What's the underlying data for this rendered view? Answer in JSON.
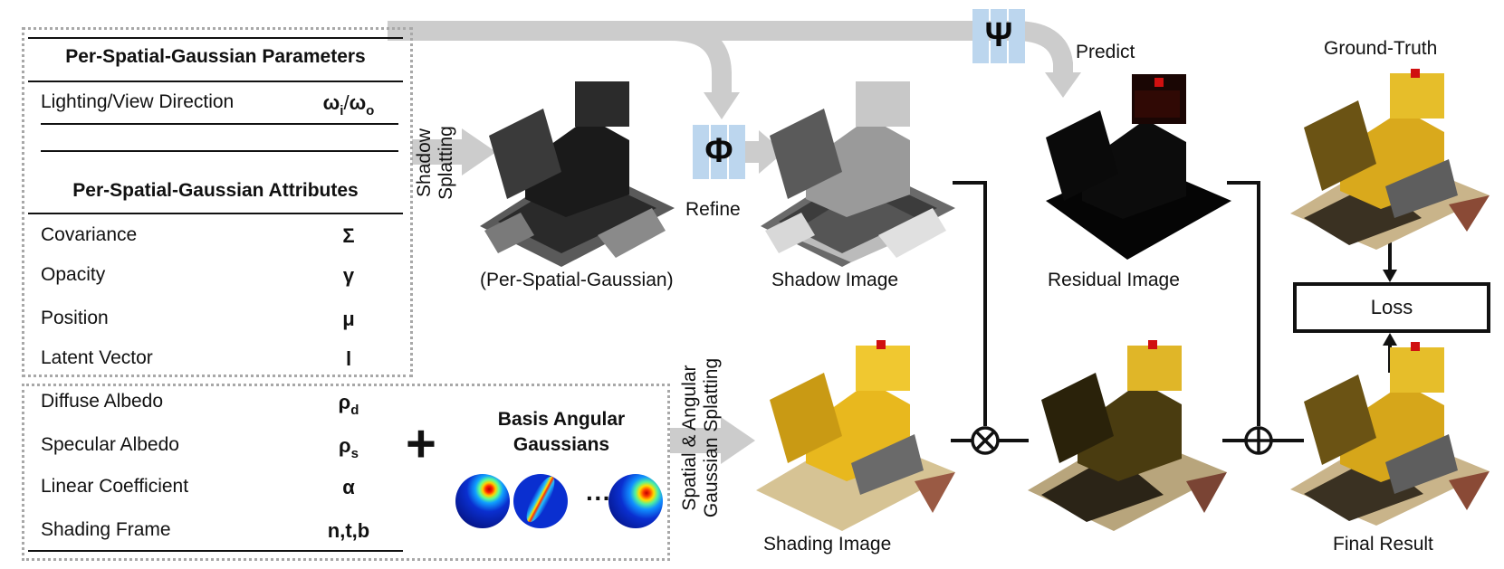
{
  "params_table": {
    "title": "Per-Spatial-Gaussian Parameters",
    "rows": [
      {
        "label": "Lighting/View Direction",
        "symbol_a": "ω",
        "sub_a": "i",
        "slash": "/",
        "symbol_b": "ω",
        "sub_b": "o"
      }
    ]
  },
  "attributes_table": {
    "title": "Per-Spatial-Gaussian Attributes",
    "rows": [
      {
        "label": "Covariance",
        "symbol": "Σ"
      },
      {
        "label": "Opacity",
        "symbol": "γ"
      },
      {
        "label": "Position",
        "symbol": "μ"
      },
      {
        "label": "Latent Vector",
        "symbol": "l"
      }
    ]
  },
  "material_table": {
    "rows": [
      {
        "label": "Diffuse Albedo",
        "symbol": "ρ",
        "sub": "d"
      },
      {
        "label": "Specular Albedo",
        "symbol": "ρ",
        "sub": "s"
      },
      {
        "label": "Linear Coefficient",
        "symbol": "α",
        "sub": ""
      },
      {
        "label": "Shading Frame",
        "symbol": "n,t,b",
        "sub": ""
      }
    ]
  },
  "plus_sign": "+",
  "basis": {
    "line1": "Basis Angular",
    "line2": "Gaussians",
    "ellipsis": "···"
  },
  "splatting": {
    "shadow_line1": "Shadow",
    "shadow_line2": "Splatting",
    "spatial_line1": "Spatial & Angular",
    "spatial_line2": "Gaussian Splatting"
  },
  "networks": {
    "phi": "Φ",
    "psi": "Ψ",
    "refine": "Refine",
    "predict": "Predict"
  },
  "images": {
    "per_spatial": "(Per-Spatial-Gaussian)",
    "shadow": "Shadow Image",
    "residual": "Residual Image",
    "ground_truth": "Ground-Truth",
    "shading": "Shading Image",
    "final": "Final Result"
  },
  "loss": "Loss",
  "operators": {
    "multiply": "⊗",
    "add": "⊕"
  },
  "colors": {
    "arrow_gray": "#cccccc",
    "network_blue": "#bcd6ee",
    "dotted_border": "#a8a8a8",
    "jet_low": "#0a2fd0",
    "jet_high": "#e01010"
  }
}
